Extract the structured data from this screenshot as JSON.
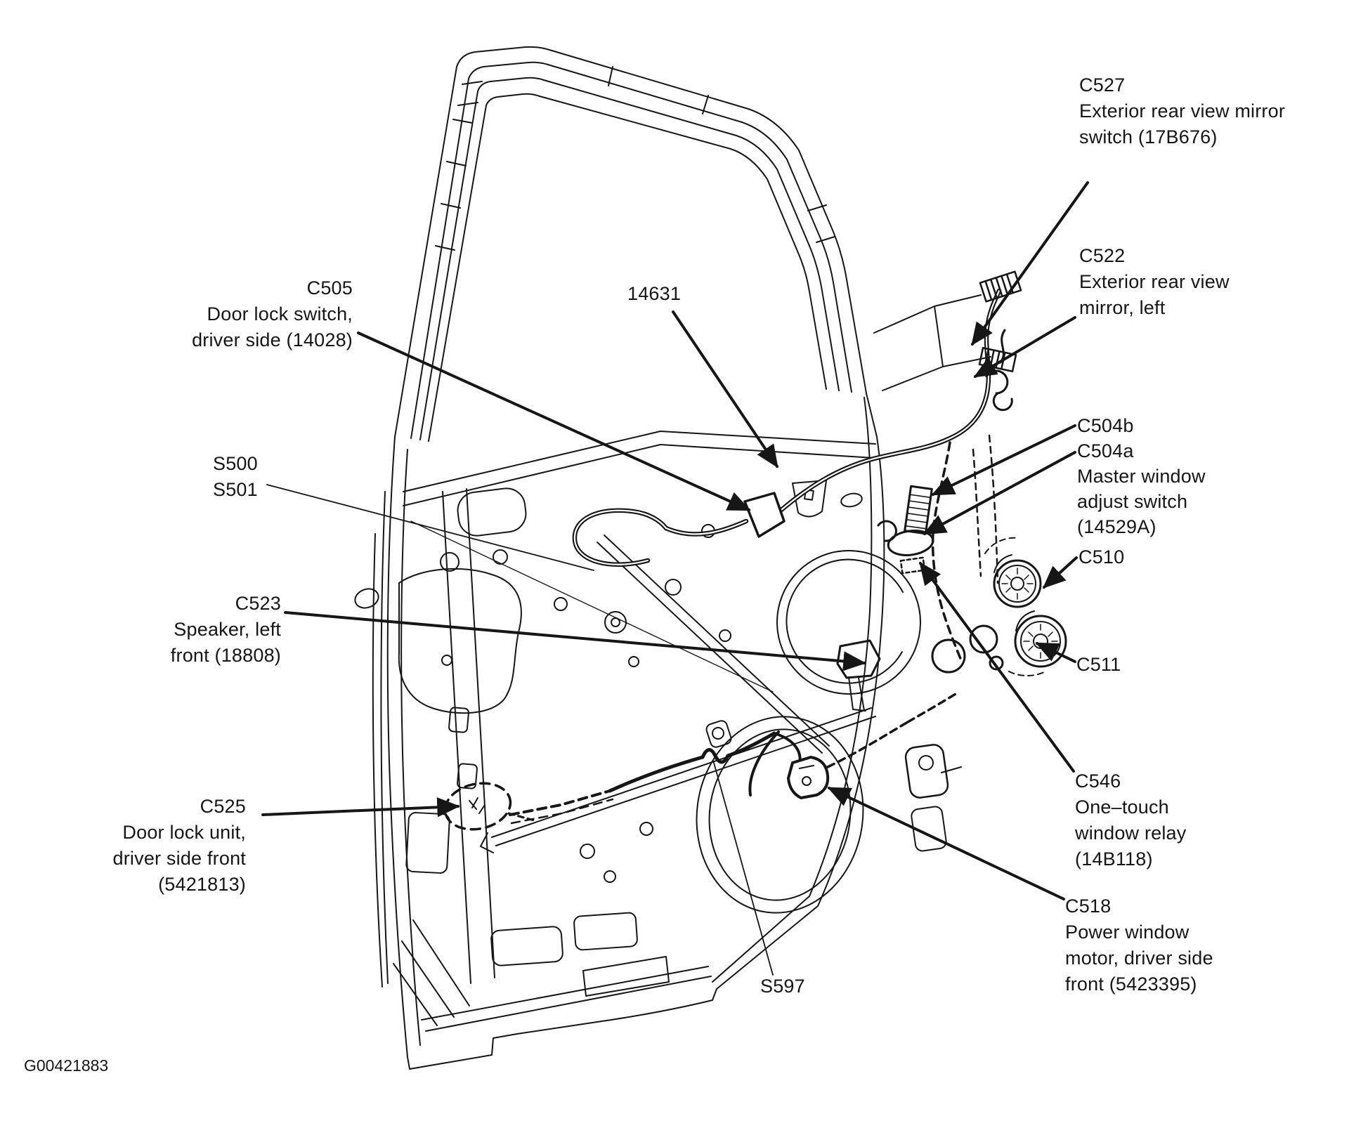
{
  "figure_id": "G00421883",
  "colors": {
    "ink": "#161616",
    "paper": "#ffffff"
  },
  "callouts": {
    "c527": [
      "C527",
      "Exterior rear view mirror",
      "switch (17B676)"
    ],
    "c522": [
      "C522",
      "Exterior rear view",
      "mirror, left"
    ],
    "c504": [
      "C504b",
      "C504a",
      "Master window",
      "adjust switch",
      "(14529A)"
    ],
    "c510": [
      "C510"
    ],
    "c511": [
      "C511"
    ],
    "c546": [
      "C546",
      "One–touch",
      "window relay",
      "(14B118)"
    ],
    "c518": [
      "C518",
      "Power window",
      "motor, driver side",
      "front (5423395)"
    ],
    "c505": [
      "C505",
      "Door lock switch,",
      "driver side (14028)"
    ],
    "s500": [
      "S500",
      "S501"
    ],
    "c523": [
      "C523",
      "Speaker, left",
      "front (18808)"
    ],
    "c525": [
      "C525",
      "Door lock unit,",
      "driver side front",
      "(5421813)"
    ],
    "h14631": [
      "14631"
    ],
    "s597": [
      "S597"
    ]
  }
}
